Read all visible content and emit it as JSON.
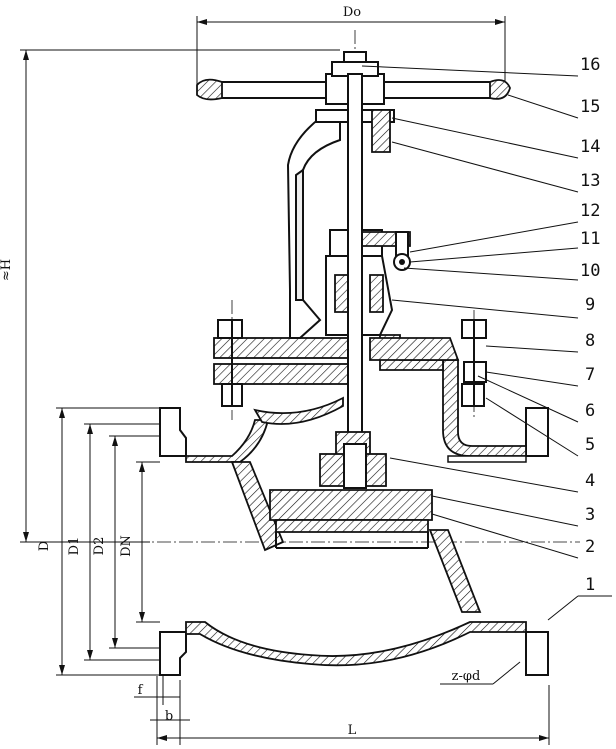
{
  "dimensions": {
    "handwheel_dia": "Do",
    "height": "≈H",
    "flange_od": "D",
    "bolt_circle": "D1",
    "raised_face": "D2",
    "nominal_dia": "DN",
    "raised_face_height": "f",
    "flange_thickness": "b",
    "length": "L",
    "bolt_holes": "z-φd"
  },
  "parts": [
    "16",
    "15",
    "14",
    "13",
    "12",
    "11",
    "10",
    "9",
    "8",
    "7",
    "6",
    "5",
    "4",
    "3",
    "2",
    "1"
  ]
}
